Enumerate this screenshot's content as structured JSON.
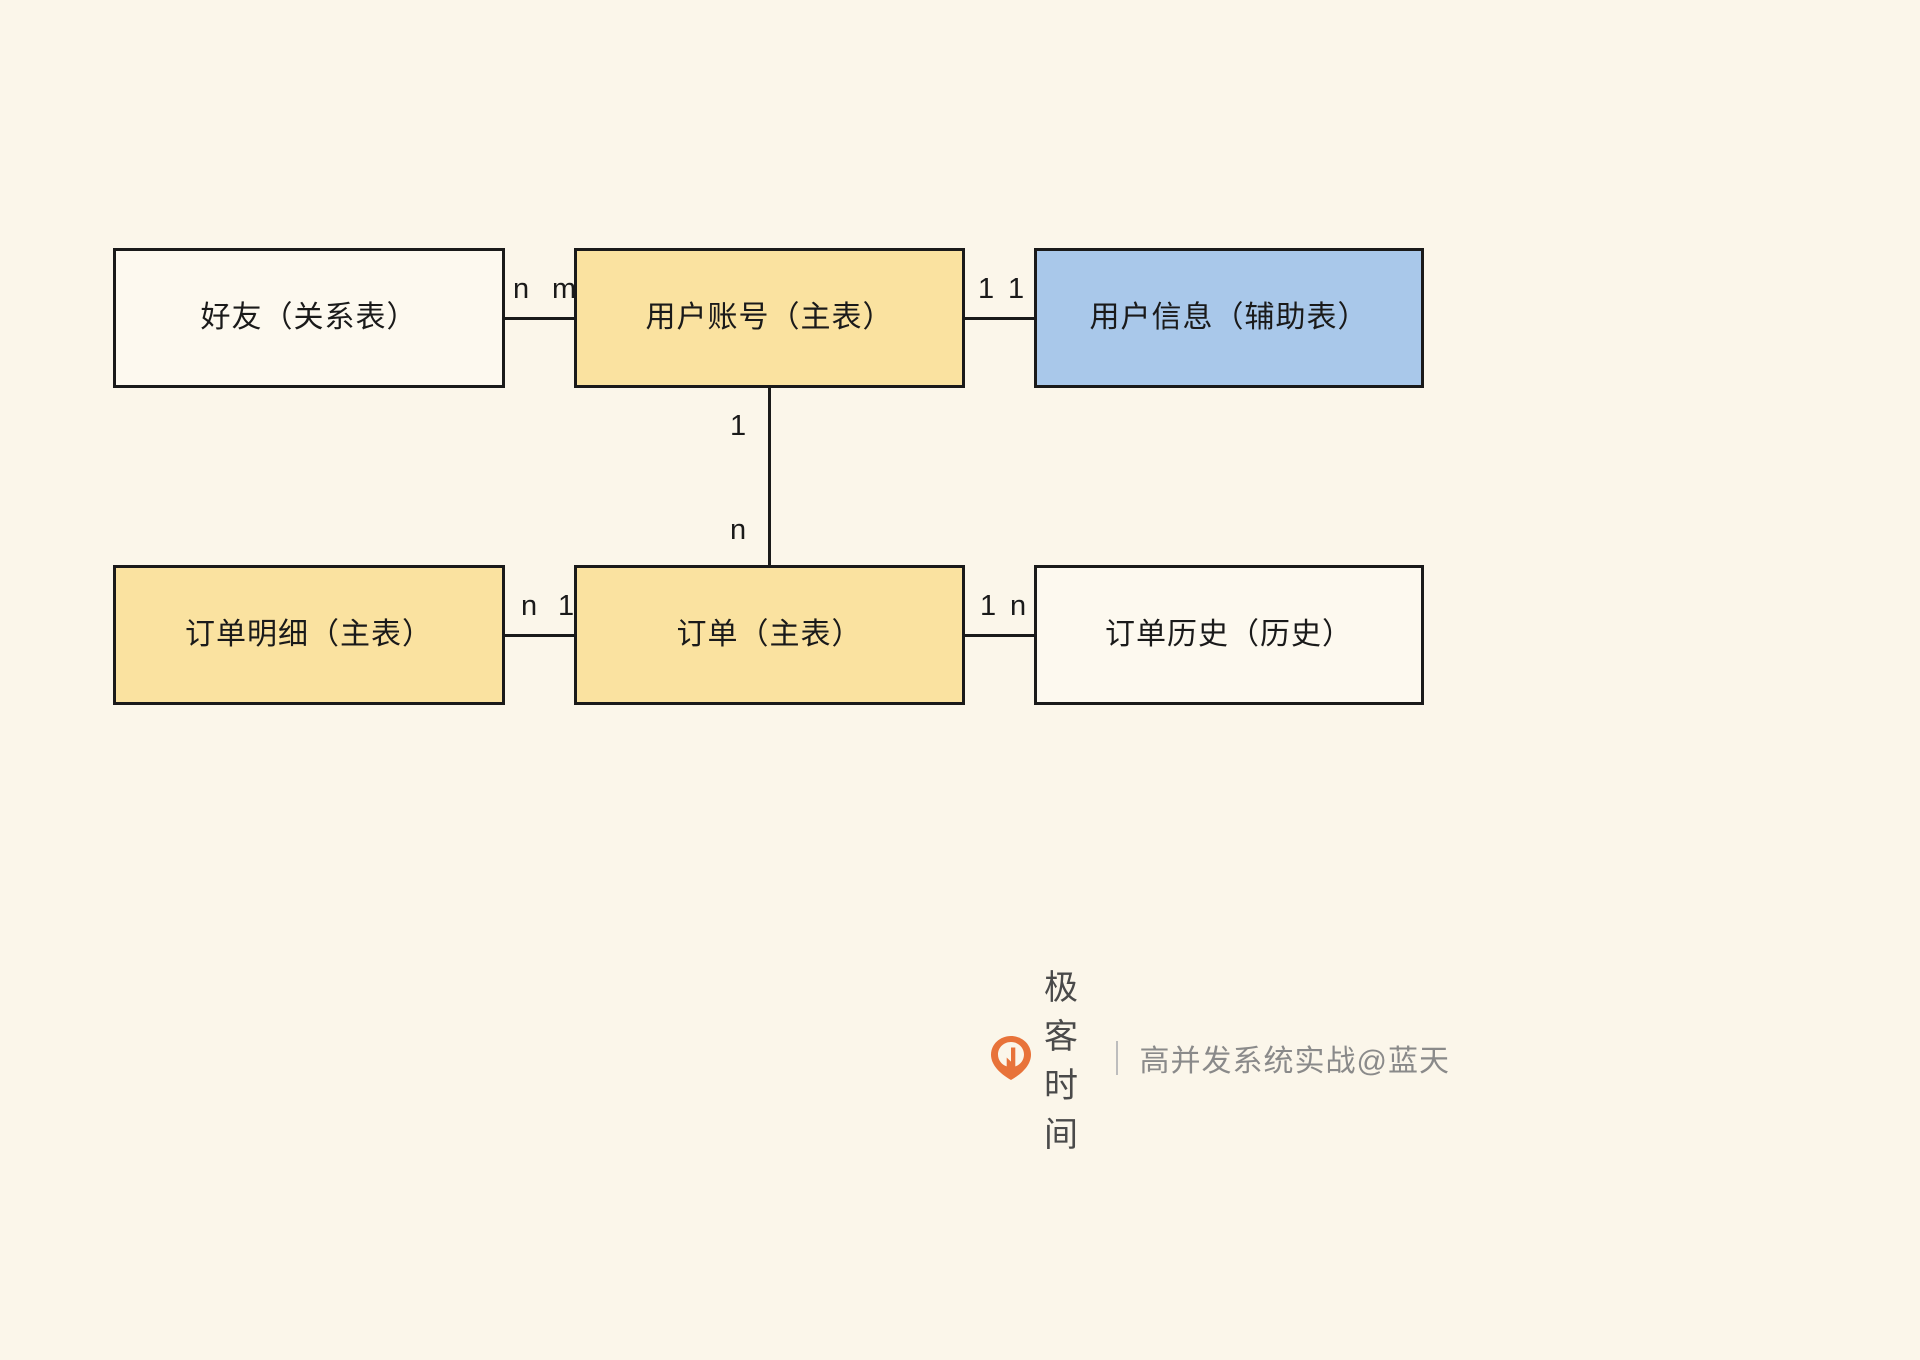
{
  "diagram": {
    "type": "entity-relationship",
    "background_color": "#fbf6ea",
    "stroke_color": "#1a1a1a",
    "entities": [
      {
        "id": "friend",
        "label": "好友（关系表）",
        "fill": "#fdf9ef",
        "role": "relation-table"
      },
      {
        "id": "account",
        "label": "用户账号（主表）",
        "fill": "#fae2a0",
        "role": "main-table"
      },
      {
        "id": "userinfo",
        "label": "用户信息（辅助表）",
        "fill": "#a9c8ea",
        "role": "auxiliary-table"
      },
      {
        "id": "orderdetail",
        "label": "订单明细（主表）",
        "fill": "#fae2a0",
        "role": "main-table"
      },
      {
        "id": "order",
        "label": "订单（主表）",
        "fill": "#fae2a0",
        "role": "main-table"
      },
      {
        "id": "orderhistory",
        "label": "订单历史（历史）",
        "fill": "#fdf9ef",
        "role": "history-table"
      }
    ],
    "relationships": [
      {
        "from": "friend",
        "to": "account",
        "from_cardinality": "n",
        "to_cardinality": "m",
        "orientation": "horizontal"
      },
      {
        "from": "account",
        "to": "userinfo",
        "from_cardinality": "1",
        "to_cardinality": "1",
        "orientation": "horizontal"
      },
      {
        "from": "account",
        "to": "order",
        "from_cardinality": "1",
        "to_cardinality": "n",
        "orientation": "vertical"
      },
      {
        "from": "orderdetail",
        "to": "order",
        "from_cardinality": "n",
        "to_cardinality": "1",
        "orientation": "horizontal"
      },
      {
        "from": "order",
        "to": "orderhistory",
        "from_cardinality": "1",
        "to_cardinality": "n",
        "orientation": "horizontal"
      }
    ]
  },
  "watermark": {
    "logo_icon": "geekbang-pin-logo-icon",
    "logo_color": "#e8733a",
    "brand": "极客时间",
    "divider": "|",
    "course": "高并发系统实战@蓝天"
  }
}
